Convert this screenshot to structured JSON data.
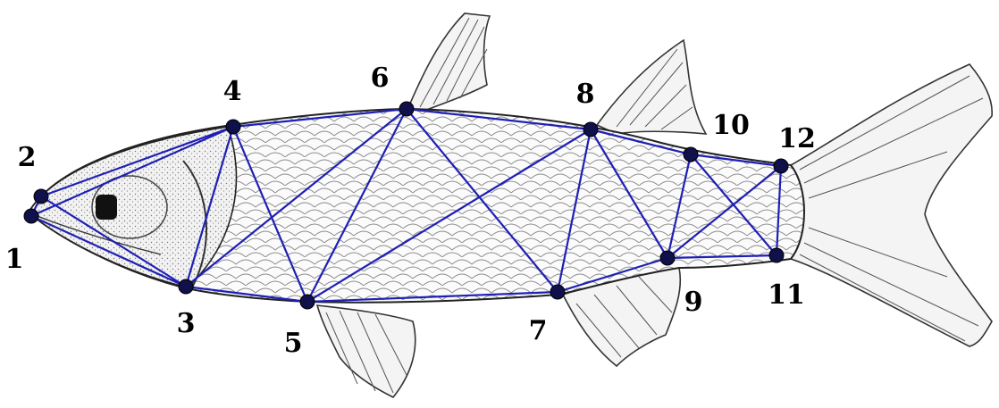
{
  "figure": {
    "landmarks": [
      {
        "id": "1",
        "label": "1"
      },
      {
        "id": "2",
        "label": "2"
      },
      {
        "id": "3",
        "label": "3"
      },
      {
        "id": "4",
        "label": "4"
      },
      {
        "id": "5",
        "label": "5"
      },
      {
        "id": "6",
        "label": "6"
      },
      {
        "id": "7",
        "label": "7"
      },
      {
        "id": "8",
        "label": "8"
      },
      {
        "id": "9",
        "label": "9"
      },
      {
        "id": "10",
        "label": "10"
      },
      {
        "id": "11",
        "label": "11"
      },
      {
        "id": "12",
        "label": "12"
      }
    ],
    "truss_links": [
      [
        "1",
        "2"
      ],
      [
        "1",
        "3"
      ],
      [
        "2",
        "3"
      ],
      [
        "2",
        "4"
      ],
      [
        "1",
        "4"
      ],
      [
        "3",
        "4"
      ],
      [
        "4",
        "5"
      ],
      [
        "3",
        "5"
      ],
      [
        "4",
        "6"
      ],
      [
        "3",
        "6"
      ],
      [
        "5",
        "6"
      ],
      [
        "6",
        "7"
      ],
      [
        "5",
        "8"
      ],
      [
        "6",
        "8"
      ],
      [
        "5",
        "7"
      ],
      [
        "7",
        "8"
      ],
      [
        "8",
        "9"
      ],
      [
        "7",
        "9"
      ],
      [
        "8",
        "10"
      ],
      [
        "9",
        "10"
      ],
      [
        "10",
        "11"
      ],
      [
        "9",
        "12"
      ],
      [
        "10",
        "12"
      ],
      [
        "9",
        "11"
      ],
      [
        "11",
        "12"
      ]
    ],
    "colors": {
      "truss": "#1f1fb5",
      "landmark": "#10104a",
      "label": "#000000",
      "background": "#ffffff"
    }
  }
}
